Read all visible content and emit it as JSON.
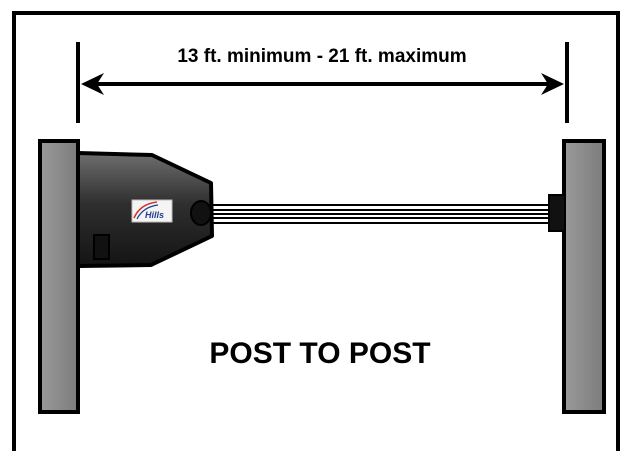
{
  "diagram": {
    "dimension_label": "13 ft. minimum - 21 ft. maximum",
    "caption": "POST TO POST",
    "logo_text": "Hills"
  },
  "colors": {
    "outline": "#000000",
    "post_fill": "#8c8c8c",
    "housing_fill": "#3a3a3a",
    "logo_swoosh": "#d0352b",
    "logo_text": "#1f3f8f"
  }
}
